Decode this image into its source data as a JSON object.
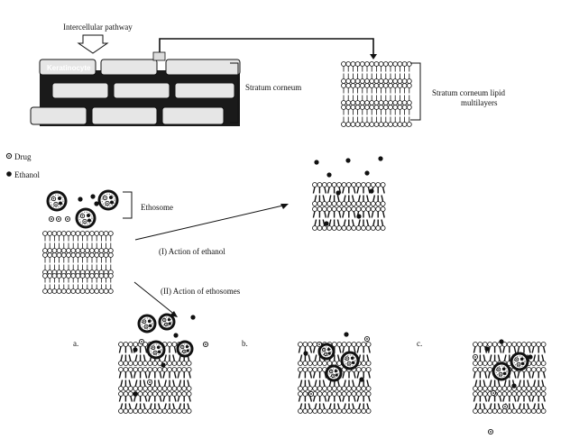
{
  "labels": {
    "intercellular_pathway": "Intercellular pathway",
    "keratinocyte": "Keratinocyte",
    "stratum_corneum": "Stratum corneum",
    "lipid_multilayers_line1": "Stratum corneum lipid",
    "lipid_multilayers_line2": "multilayers",
    "drug": "Drug",
    "ethanol": "Ethanol",
    "ethosome": "Ethosome",
    "action_ethanol": "(I) Action of ethanol",
    "action_ethosomes": "(II) Action of ethosomes",
    "panel_a": "a.",
    "panel_b": "b.",
    "panel_c": "c."
  },
  "colors": {
    "ink": "#111111",
    "cell_fill": "#e6e6e6",
    "mortar": "#1a1a1a",
    "background": "#ffffff"
  },
  "icons": {
    "drug": "hollow-circle-dot",
    "ethanol": "filled-circle"
  }
}
